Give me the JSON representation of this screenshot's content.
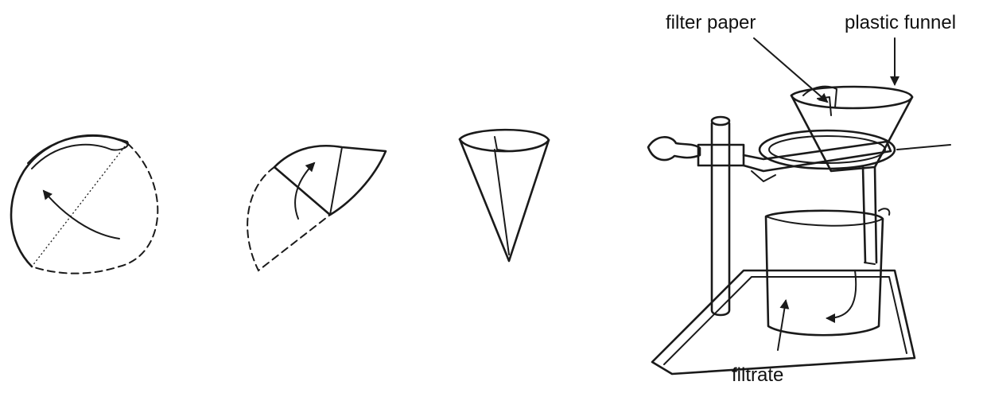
{
  "labels": {
    "filter_paper": "filter paper",
    "plastic_funnel": "plastic funnel",
    "filtrate": "filtrate"
  },
  "colors": {
    "ink": "#1a1a1a",
    "background": "#ffffff"
  }
}
